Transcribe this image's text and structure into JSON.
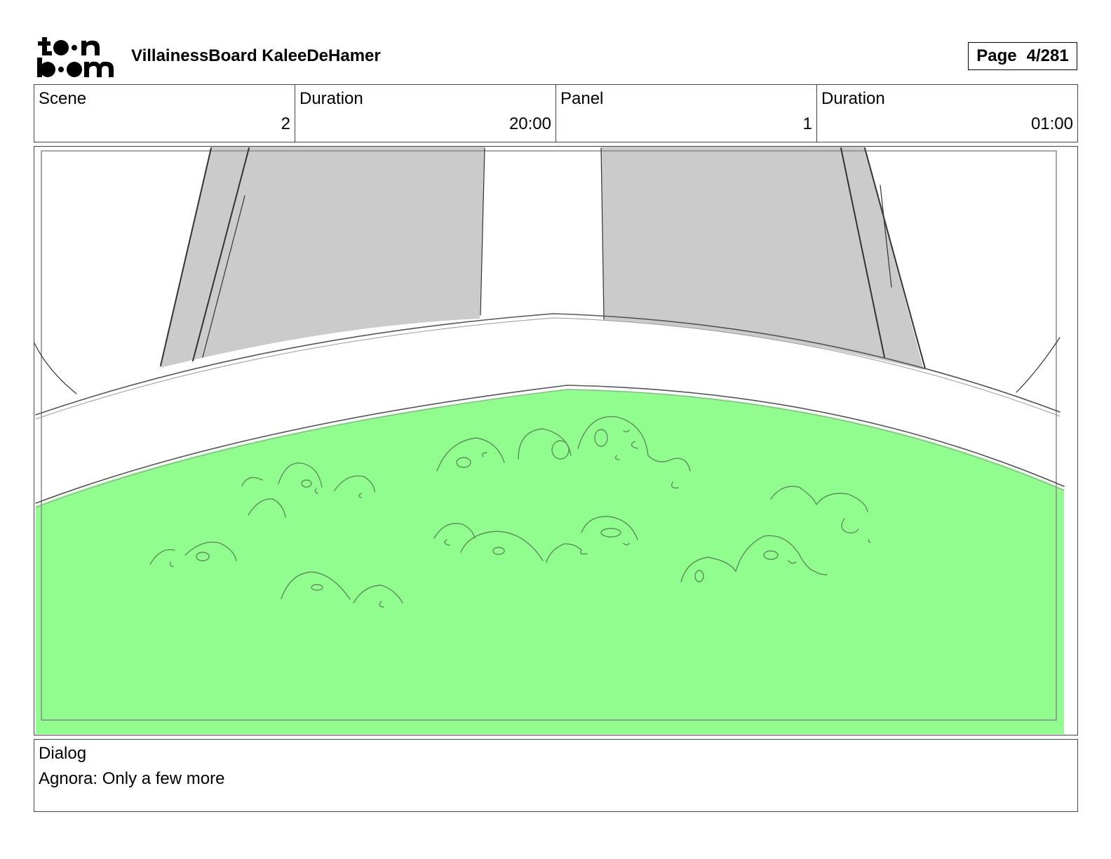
{
  "header": {
    "logo_name": "toon boom",
    "title": "VillainessBoard KaleeDeHamer",
    "page_label": "Page",
    "page_value": "4/281"
  },
  "info": {
    "scene_label": "Scene",
    "scene_value": "2",
    "scene_duration_label": "Duration",
    "scene_duration_value": "20:00",
    "panel_label": "Panel",
    "panel_value": "1",
    "panel_duration_label": "Duration",
    "panel_duration_value": "01:00"
  },
  "panel": {
    "colors": {
      "liquid": "#92FD8F",
      "pillar": "#CBCBCB",
      "stroke": "#333333",
      "liquid_stroke": "#5a8f5a"
    }
  },
  "dialog": {
    "label": "Dialog",
    "text": "Agnora: Only a few more"
  }
}
